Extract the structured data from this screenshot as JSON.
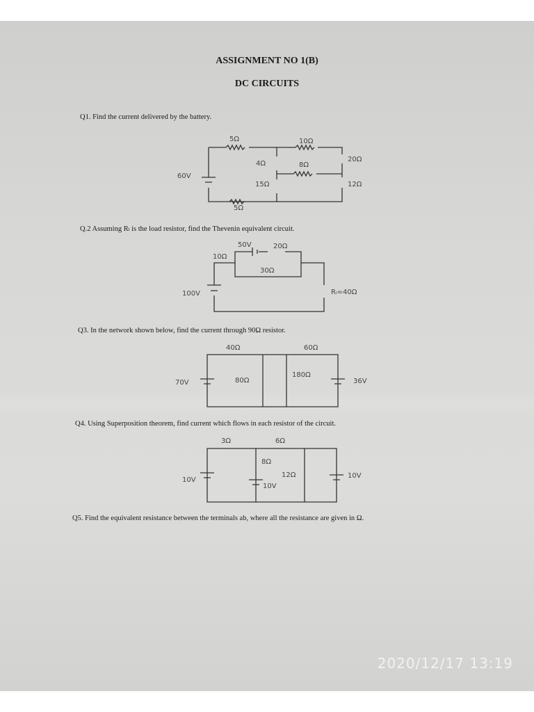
{
  "document": {
    "title": "ASSIGNMENT NO 1(B)",
    "subtitle": "DC CIRCUITS",
    "questions": [
      "Q1. Find the current delivered by the battery.",
      "Q.2 Assuming Rₗ is the load resistor, find the Thevenin equivalent circuit.",
      "Q3. In the network shown below, find the current through 90Ω resistor.",
      "Q4. Using Superposition theorem, find current which flows in each resistor of  the circuit.",
      "Q5. Find the equivalent resistance between the terminals ab, where all the resistance are given in Ω."
    ]
  },
  "circuits": {
    "q1": [
      "5Ω",
      "10Ω",
      "4Ω",
      "8Ω",
      "20Ω",
      "15Ω",
      "12Ω",
      "60V",
      "5Ω"
    ],
    "q2": [
      "50V",
      "20Ω",
      "10Ω",
      "30Ω",
      "100V",
      "Rₗ=40Ω"
    ],
    "q3": [
      "40Ω",
      "60Ω",
      "180Ω",
      "70V",
      "80Ω",
      "36V"
    ],
    "q4": [
      "3Ω",
      "6Ω",
      "8Ω",
      "12Ω",
      "10V",
      "10V",
      "10V"
    ]
  },
  "timestamp": "2020/12/17  13:19"
}
